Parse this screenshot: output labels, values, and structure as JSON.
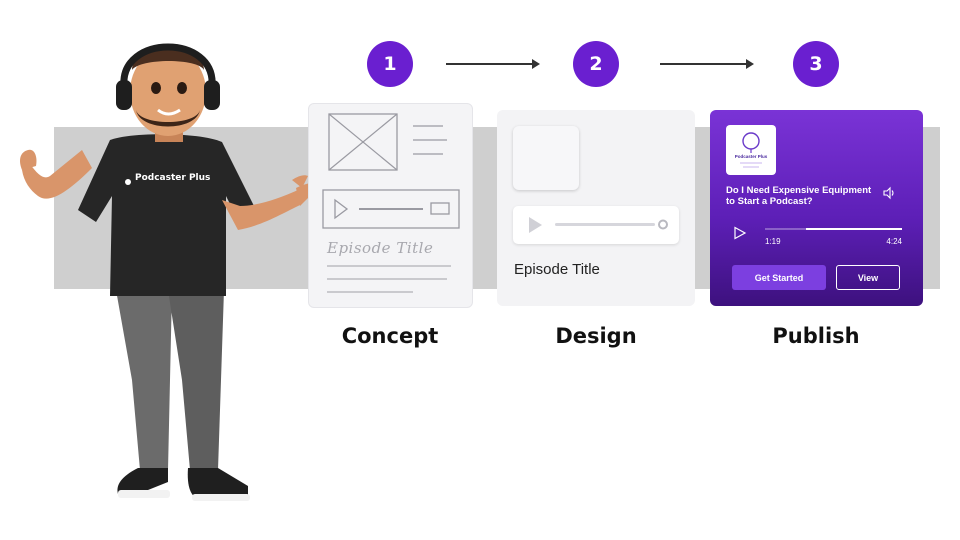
{
  "theme": {
    "accent": "#6a1fd0"
  },
  "character": {
    "shirt_text": "Podcaster Plus"
  },
  "steps": [
    {
      "number": "1",
      "label": "Concept"
    },
    {
      "number": "2",
      "label": "Design"
    },
    {
      "number": "3",
      "label": "Publish"
    }
  ],
  "concept_card": {
    "episode_title": "Episode Title"
  },
  "design_card": {
    "episode_title": "Episode Title"
  },
  "publish_card": {
    "logo_text": "Podcaster Plus",
    "episode_title": "Do I Need Expensive Equipment to Start a Podcast?",
    "current_time": "1:19",
    "duration": "4:24",
    "progress": 0.3,
    "primary_button": "Get Started",
    "secondary_button": "View"
  }
}
